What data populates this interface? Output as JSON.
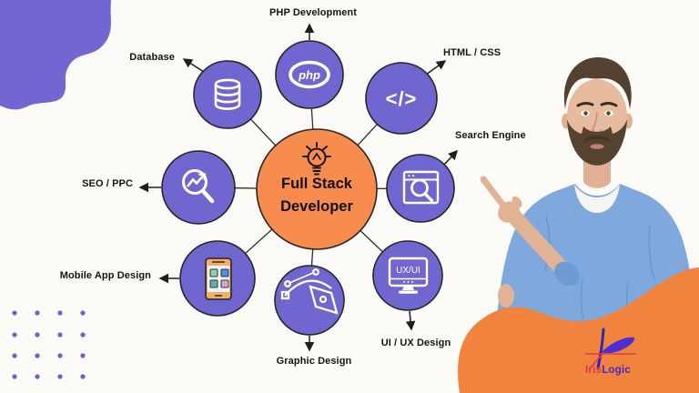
{
  "poster": {
    "title": "Full Stack Developer skills diagram",
    "background_color": "#FCFBF8"
  },
  "palette": {
    "node_purple": "#6F66CF",
    "hub_orange": "#F78C4E",
    "blob_orange": "#F0833E",
    "blob_purple": "#7166D2",
    "connector_line": "#2E2E2E",
    "label_text": "#141414",
    "icon_white": "#FFFFFF"
  },
  "center": {
    "line1": "Full Stack",
    "line2": "Developer",
    "icon": "lightbulb-icon"
  },
  "nodes": [
    {
      "id": "php",
      "label": "PHP Development",
      "icon": "php-logo-icon",
      "icon_text": "php"
    },
    {
      "id": "html-css",
      "label": "HTML / CSS",
      "icon": "code-tags-icon",
      "icon_text": "</>"
    },
    {
      "id": "search-engine",
      "label": "Search Engine",
      "icon": "browser-search-icon"
    },
    {
      "id": "ui-ux",
      "label": "UI / UX Design",
      "icon": "monitor-icon",
      "icon_text": "UX/UI"
    },
    {
      "id": "graphic-design",
      "label": "Graphic Design",
      "icon": "pen-tool-icon"
    },
    {
      "id": "mobile-app",
      "label": "Mobile App Design",
      "icon": "smartphone-icon"
    },
    {
      "id": "seo-ppc",
      "label": "SEO / PPC",
      "icon": "search-trend-icon"
    },
    {
      "id": "database",
      "label": "Database",
      "icon": "database-icon"
    }
  ],
  "brand": {
    "name_part1": "Iris",
    "name_part2": "Logic",
    "part1_color": "#E0394E",
    "part2_color": "#4328C8"
  }
}
